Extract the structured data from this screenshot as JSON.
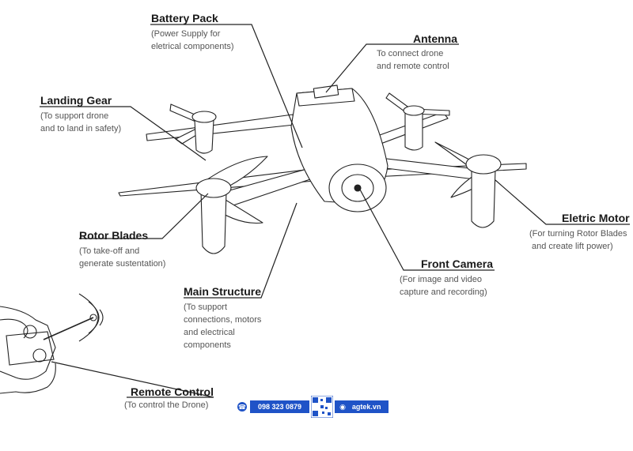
{
  "labels": {
    "battery": {
      "title": "Battery Pack",
      "desc": [
        "(Power Supply for",
        "eletrical components)"
      ]
    },
    "antenna": {
      "title": "Antenna",
      "desc": [
        "To connect drone",
        "and remote control"
      ]
    },
    "landing": {
      "title": "Landing Gear",
      "desc": [
        "(To support drone",
        "and to land in safety)"
      ]
    },
    "rotor": {
      "title": "Rotor Blades",
      "desc": [
        "(To take-off and",
        "generate sustentation)"
      ]
    },
    "motor": {
      "title": "Eletric Motor",
      "desc": [
        "(For turning Rotor Blades",
        "and create lift power)"
      ]
    },
    "camera": {
      "title": "Front Camera",
      "desc": [
        "(For image and video",
        "capture and recording)"
      ]
    },
    "structure": {
      "title": "Main Structure",
      "desc": [
        "(To support",
        "connections, motors",
        "and electrical",
        "components"
      ]
    },
    "remote": {
      "title": "Remote Control",
      "desc": [
        "(To control the Drone)"
      ]
    }
  },
  "footer": {
    "phone": "098 323 0879",
    "site": "agtek.vn"
  },
  "icons": [
    "phone-icon",
    "qr-code-icon",
    "globe-icon"
  ],
  "colors": {
    "line": "#222222",
    "footer_bg": "#1f53c7"
  }
}
